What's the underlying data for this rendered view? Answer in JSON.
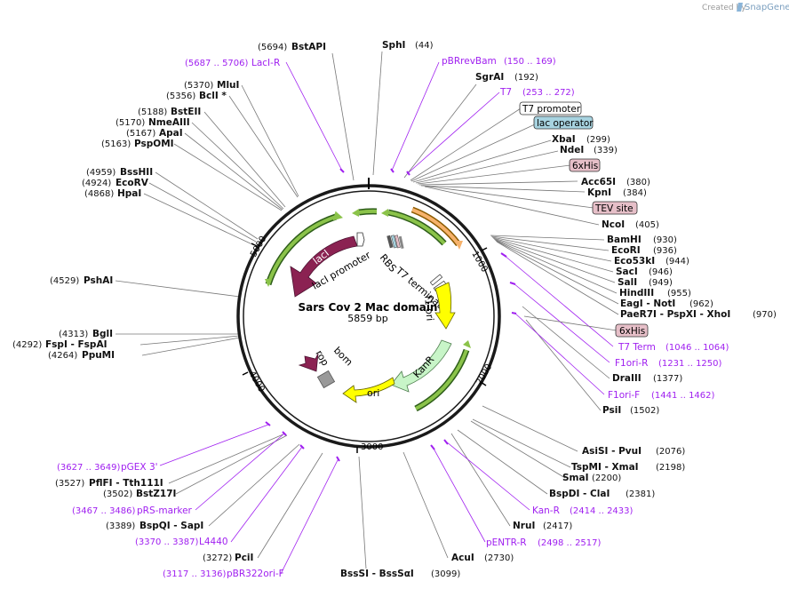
{
  "app": {
    "brand_prefix": "Created by",
    "brand_name": "SnapGene"
  },
  "plasmid": {
    "name": "Sars Cov 2 Mac domain",
    "length": "5859 bp"
  },
  "ticks": [
    "1000",
    "2000",
    "3000",
    "4000",
    "5000"
  ],
  "boxed_labels": [
    {
      "text": "T7 promoter",
      "fill": "#ffffff"
    },
    {
      "text": "lac operator",
      "fill": "#a7d3e0"
    },
    {
      "text": "6xHis",
      "fill": "#e6bfc8"
    },
    {
      "text": "TEV site",
      "fill": "#e6bfc8"
    },
    {
      "text": "6xHis",
      "fill": "#e6bfc8"
    }
  ],
  "enzymes": [
    {
      "pos": "(5694)",
      "name": "BstAPI"
    },
    {
      "pos": "(44)",
      "name": "SphI"
    },
    {
      "pos": "(192)",
      "name": "SgrAI"
    },
    {
      "pos": "(299)",
      "name": "XbaI"
    },
    {
      "pos": "(339)",
      "name": "NdeI"
    },
    {
      "pos": "(380)",
      "name": "Acc65I"
    },
    {
      "pos": "(384)",
      "name": "KpnI"
    },
    {
      "pos": "(405)",
      "name": "NcoI"
    },
    {
      "pos": "(930)",
      "name": "BamHI"
    },
    {
      "pos": "(936)",
      "name": "EcoRI"
    },
    {
      "pos": "(944)",
      "name": "Eco53kI"
    },
    {
      "pos": "(946)",
      "name": "SacI"
    },
    {
      "pos": "(949)",
      "name": "SalI"
    },
    {
      "pos": "(955)",
      "name": "HindIII"
    },
    {
      "pos": "(962)",
      "name": "EagI - NotI"
    },
    {
      "pos": "(970)",
      "name": "PaeR7I - PspXI - XhoI"
    },
    {
      "pos": "(1377)",
      "name": "DraIII"
    },
    {
      "pos": "(1502)",
      "name": "PsiI"
    },
    {
      "pos": "(2076)",
      "name": "AsiSI - PvuI"
    },
    {
      "pos": "(2198)",
      "name": "TspMI - XmaI"
    },
    {
      "pos": "(2200)",
      "name": "SmaI"
    },
    {
      "pos": "(2381)",
      "name": "BspDI - ClaI"
    },
    {
      "pos": "(2417)",
      "name": "NruI"
    },
    {
      "pos": "(2730)",
      "name": "AcuI"
    },
    {
      "pos": "(3099)",
      "name": "BssSI - BssSαI"
    },
    {
      "pos": "(3272)",
      "name": "PciI"
    },
    {
      "pos": "(3389)",
      "name": "BspQI - SapI"
    },
    {
      "pos": "(3502)",
      "name": "BstZ17I"
    },
    {
      "pos": "(3527)",
      "name": "PflFI - Tth111I"
    },
    {
      "pos": "(4264)",
      "name": "PpuMI"
    },
    {
      "pos": "(4292)",
      "name": "FspI - FspAI"
    },
    {
      "pos": "(4313)",
      "name": "BglI"
    },
    {
      "pos": "(4529)",
      "name": "PshAI"
    },
    {
      "pos": "(4868)",
      "name": "HpaI"
    },
    {
      "pos": "(4924)",
      "name": "EcoRV"
    },
    {
      "pos": "(4959)",
      "name": "BssHII"
    },
    {
      "pos": "(5163)",
      "name": "PspOMI"
    },
    {
      "pos": "(5167)",
      "name": "ApaI"
    },
    {
      "pos": "(5170)",
      "name": "NmeAIII"
    },
    {
      "pos": "(5188)",
      "name": "BstEII"
    },
    {
      "pos": "(5356)",
      "name": "BclI *"
    },
    {
      "pos": "(5370)",
      "name": "MluI"
    }
  ],
  "primers": [
    {
      "name": "LacI-R",
      "range": "(5687 .. 5706)"
    },
    {
      "name": "pBRrevBam",
      "range": "(150 .. 169)"
    },
    {
      "name": "T7",
      "range": "(253 .. 272)"
    },
    {
      "name": "T7 Term",
      "range": "(1046 .. 1064)"
    },
    {
      "name": "F1ori-R",
      "range": "(1231 .. 1250)"
    },
    {
      "name": "F1ori-F",
      "range": "(1441 .. 1462)"
    },
    {
      "name": "Kan-R",
      "range": "(2414 .. 2433)"
    },
    {
      "name": "pENTR-R",
      "range": "(2498 .. 2517)"
    },
    {
      "name": "pBR322ori-F",
      "range": "(3117 .. 3136)"
    },
    {
      "name": "L4440",
      "range": "(3370 .. 3387)"
    },
    {
      "name": "pRS-marker",
      "range": "(3467 .. 3486)"
    },
    {
      "name": "pGEX 3'",
      "range": "(3627 .. 3649)"
    }
  ],
  "features": {
    "lacI": "lacI",
    "lacI_promoter": "lacI promoter",
    "rbs": "RBS",
    "t7_terminator": "T7 terminator",
    "f1ori": "f1 ori",
    "kanr": "KanR",
    "ori": "ori",
    "rop": "rop",
    "bom": "bom"
  },
  "colors": {
    "backbone": "#1a1a1a",
    "lacI": "#8b2252",
    "yellow": "#ffff00",
    "kanr": "#c8f5c8",
    "green_arrow": "#6aa84f",
    "orange_arrow": "#f6b26b",
    "primer": "#a020f0",
    "bom": "#999999"
  }
}
